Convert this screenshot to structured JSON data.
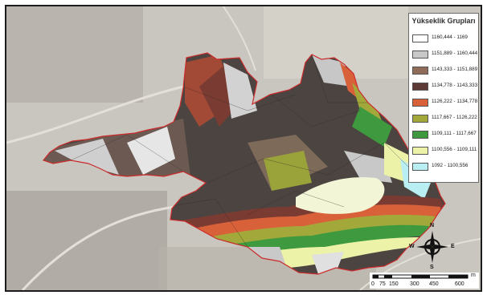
{
  "legend": {
    "title": "Yükseklik Grupları",
    "items": [
      {
        "label": "1160,444 - 1169",
        "color": "#ffffff"
      },
      {
        "label": "1151,889 - 1160,444",
        "color": "#c8c8c8"
      },
      {
        "label": "1143,333 - 1151,889",
        "color": "#8f6b5a"
      },
      {
        "label": "1134,778 - 1143,333",
        "color": "#5e3a36"
      },
      {
        "label": "1126,222 - 1134,778",
        "color": "#d9613a"
      },
      {
        "label": "1117,667 - 1126,222",
        "color": "#a3a83a"
      },
      {
        "label": "1109,111 - 1117,667",
        "color": "#3f9a3f"
      },
      {
        "label": "1100,556 - 1109,111",
        "color": "#ecf2a8"
      },
      {
        "label": "1092 - 1100,556",
        "color": "#b9eef2"
      }
    ]
  },
  "compass": {
    "n": "N",
    "s": "S",
    "e": "E",
    "w": "W"
  },
  "scale": {
    "ticks": [
      "0",
      "75",
      "150",
      "300",
      "450",
      "600"
    ],
    "unit": "m"
  },
  "colors": {
    "boundary": "#cc2b2b",
    "imagery": "#c9c6bf"
  }
}
